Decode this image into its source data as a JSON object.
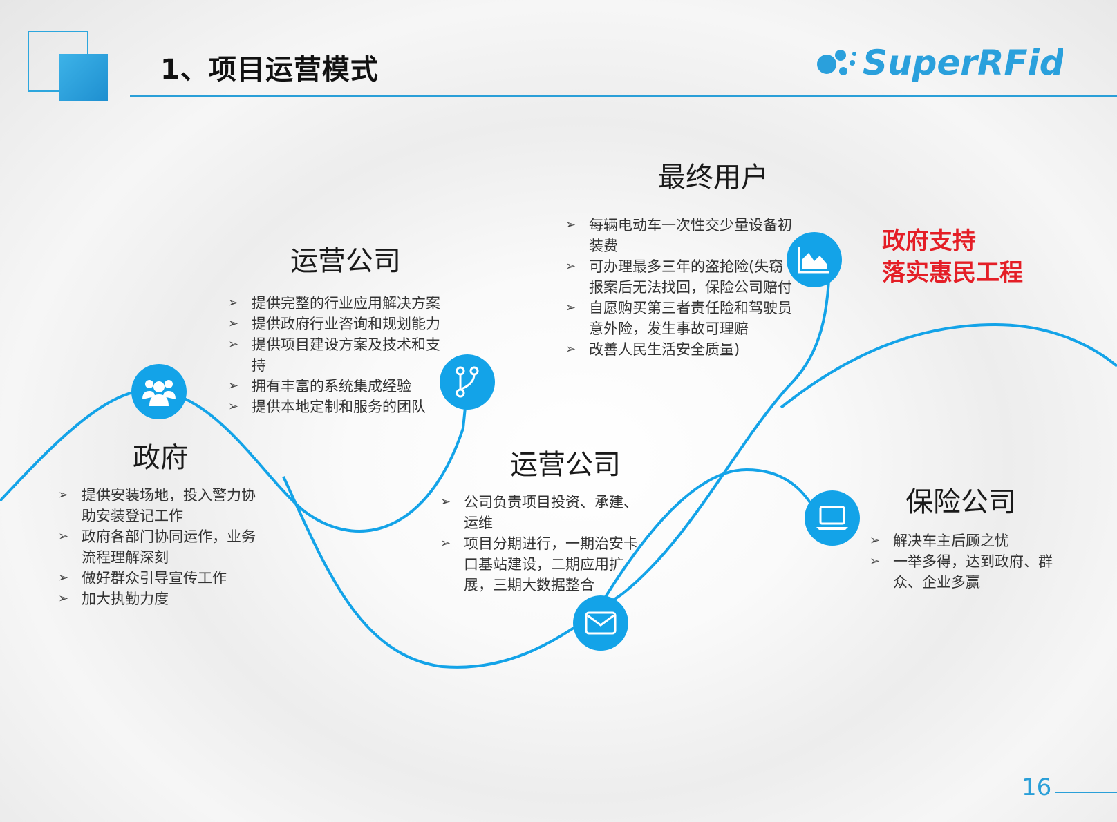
{
  "slide": {
    "title": "1、项目运营模式",
    "page_number": "16"
  },
  "logo": {
    "text": "SuperRFid"
  },
  "colors": {
    "accent": "#13a3e8",
    "line": "#2a9fd8",
    "highlight": "#e41e26"
  },
  "nodes": {
    "government": {
      "heading": "政府",
      "icon": "people-group-icon",
      "items": [
        "提供安装场地，投入警力协助安装登记工作",
        "政府各部门协同运作，业务流程理解深刻",
        "做好群众引导宣传工作",
        "加大执勤力度"
      ]
    },
    "operator_a": {
      "heading": "运营公司",
      "icon": "branch-icon",
      "items": [
        "提供完整的行业应用解决方案",
        "提供政府行业咨询和规划能力",
        "提供项目建设方案及技术和支持",
        "拥有丰富的系统集成经验",
        "提供本地定制和服务的团队"
      ]
    },
    "operator_b": {
      "heading": "运营公司",
      "icon": "envelope-icon",
      "items": [
        "公司负责项目投资、承建、运维",
        "项目分期进行，一期治安卡口基站建设，二期应用扩展，三期大数据整合"
      ]
    },
    "end_user": {
      "heading": "最终用户",
      "icon": "area-chart-icon",
      "items": [
        "每辆电动车一次性交少量设备初装费",
        "可办理最多三年的盗抢险(失窃报案后无法找回，保险公司赔付",
        "自愿购买第三者责任险和驾驶员意外险，发生事故可理赔",
        "改善人民生活安全质量)"
      ]
    },
    "insurance": {
      "heading": "保险公司",
      "icon": "laptop-icon",
      "items": [
        "解决车主后顾之忧",
        "一举多得，达到政府、群众、企业多赢"
      ]
    }
  },
  "highlight": {
    "line1": "政府支持",
    "line2": "落实惠民工程"
  }
}
